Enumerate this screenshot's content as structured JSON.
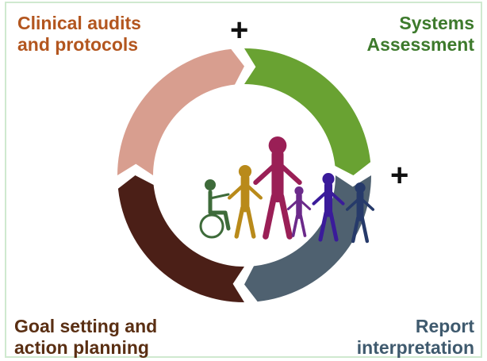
{
  "stages": [
    {
      "id": "clinical",
      "lines": [
        "Clinical audits",
        "and protocols"
      ],
      "color": "#b3561f",
      "arc_color": "#d89e8f"
    },
    {
      "id": "systems",
      "lines": [
        "Systems",
        "Assessment"
      ],
      "color": "#3d7a2c",
      "arc_color": "#69a232"
    },
    {
      "id": "report",
      "lines": [
        "Report",
        "interpretation"
      ],
      "color": "#3f5a6e",
      "arc_color": "#4f6170"
    },
    {
      "id": "goal",
      "lines": [
        "Goal setting and",
        "action planning"
      ],
      "color": "#5a2f13",
      "arc_color": "#4b1f17"
    }
  ],
  "plus_signs": [
    "+",
    "+"
  ],
  "icons": {
    "center": "people-holding-hands-icon",
    "people_colors": [
      "#3e6b3a",
      "#b98a1a",
      "#9a1f56",
      "#6b2a8a",
      "#3a1b9a",
      "#263a6a"
    ]
  }
}
